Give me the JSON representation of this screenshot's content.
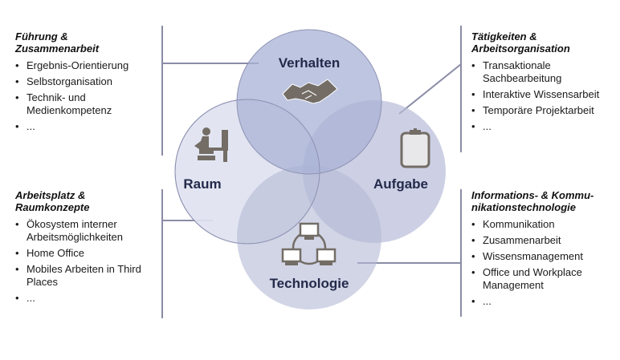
{
  "diagram": {
    "circles": [
      {
        "id": "verhalten",
        "label": "Verhalten",
        "icon": "handshake-icon",
        "fill": "#b6bedd"
      },
      {
        "id": "raum",
        "label": "Raum",
        "icon": "desk-worker-icon",
        "fill": "#dfe2f0"
      },
      {
        "id": "aufgabe",
        "label": "Aufgabe",
        "icon": "clipboard-icon",
        "fill": "#c9cce2"
      },
      {
        "id": "technologie",
        "label": "Technologie",
        "icon": "network-icon",
        "fill": "#c9cde2"
      }
    ],
    "colors": {
      "connector": "#8a8ca6",
      "label": "#232a4a",
      "icon": "#736d66",
      "circle_stroke": "#8f93b3"
    }
  },
  "panels": {
    "top_left": {
      "title_line1": "Führung &",
      "title_line2": "Zusammenarbeit",
      "items": [
        "Ergebnis-Orientierung",
        "Selbstorganisation",
        "Technik- und Medienkompetenz",
        "..."
      ]
    },
    "bottom_left": {
      "title_line1": "Arbeitsplatz &",
      "title_line2": "Raumkonzepte",
      "items": [
        "Ökosystem interner Arbeitsmöglichkeiten",
        "Home Office",
        "Mobiles Arbeiten in Third Places",
        "..."
      ]
    },
    "top_right": {
      "title_line1": "Tätigkeiten &",
      "title_line2": "Arbeitsorganisation",
      "items": [
        "Transaktionale Sachbearbeitung",
        "Interaktive Wissensarbeit",
        "Temporäre Projektarbeit",
        "..."
      ]
    },
    "bottom_right": {
      "title_line1": "Informations- & Kommu-",
      "title_line2": "nikationstechnologie",
      "items": [
        "Kommunikation",
        "Zusammenarbeit",
        "Wissensmanagement",
        "Office und Workplace Management",
        "..."
      ]
    }
  }
}
